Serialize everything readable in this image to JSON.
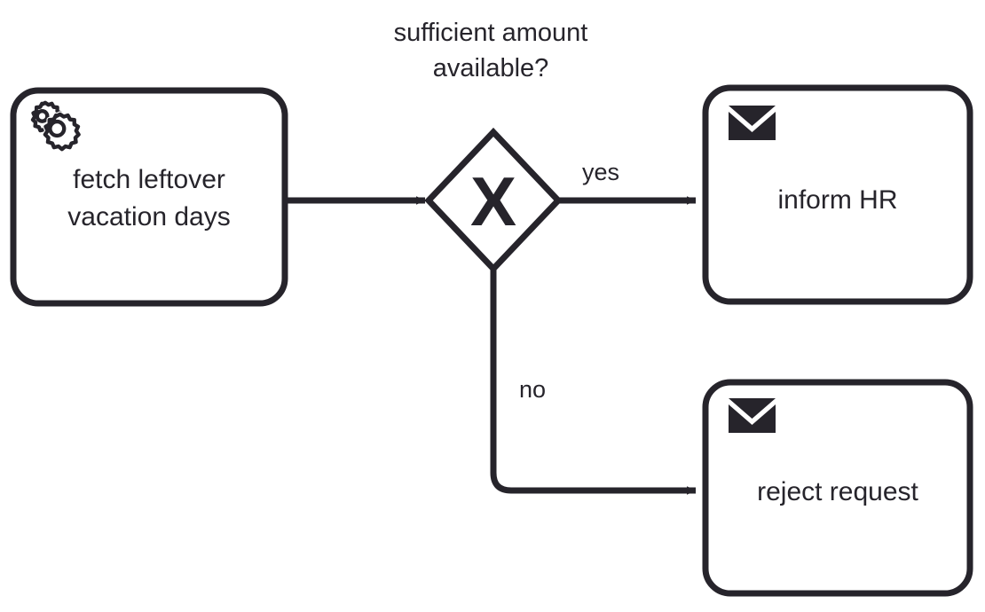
{
  "diagram": {
    "type": "bpmn-process-diagram",
    "background_color": "#ffffff",
    "stroke_color": "#26242b",
    "fill_color": "#ffffff",
    "title": "",
    "nodes": [
      {
        "id": "task-fetch",
        "kind": "service-task",
        "icon": "gear-icon",
        "label_line_1": "fetch leftover",
        "label_line_2": "vacation days"
      },
      {
        "id": "gateway-sufficient",
        "kind": "exclusive-gateway",
        "marker": "X",
        "label_line_1": "sufficient amount",
        "label_line_2": "available?"
      },
      {
        "id": "task-inform-hr",
        "kind": "send-task",
        "icon": "envelope-icon",
        "label_line_1": "inform HR",
        "label_line_2": ""
      },
      {
        "id": "task-reject-request",
        "kind": "send-task",
        "icon": "envelope-icon",
        "label_line_1": "reject request",
        "label_line_2": ""
      }
    ],
    "flows": [
      {
        "id": "flow-fetch-to-gateway",
        "label": ""
      },
      {
        "id": "flow-gateway-yes",
        "label": "yes"
      },
      {
        "id": "flow-gateway-no",
        "label": "no"
      }
    ]
  }
}
